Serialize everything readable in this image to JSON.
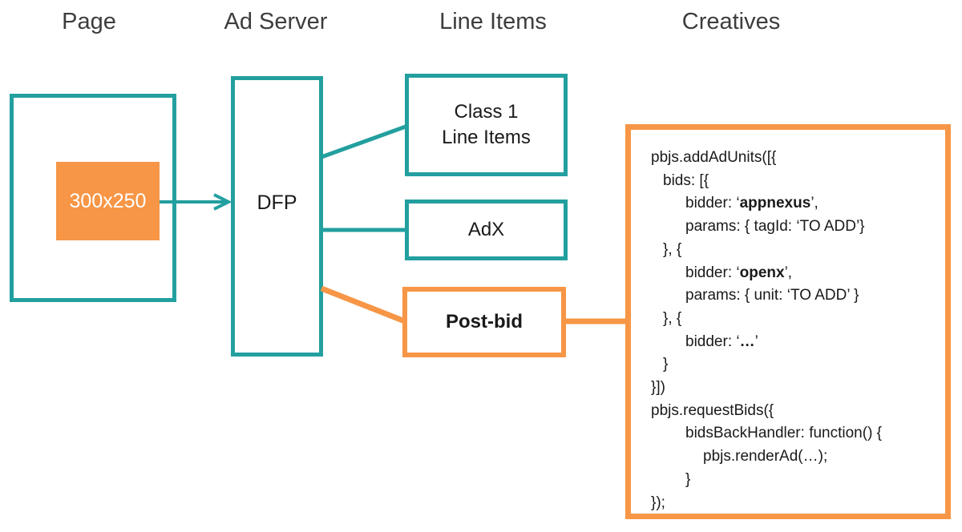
{
  "colors": {
    "teal": "#239f9f",
    "orange": "#f79646",
    "heading_text": "#3d3d3d",
    "body_text": "#1a1a1a",
    "slot_text": "#ffffff"
  },
  "headings": [
    {
      "label": "Page"
    },
    {
      "label": "Ad Server"
    },
    {
      "label": "Line Items"
    },
    {
      "label": "Creatives"
    }
  ],
  "page": {
    "ad_slot_label": "300x250"
  },
  "ad_server": {
    "label": "DFP"
  },
  "line_items": {
    "class1_line1": "Class 1",
    "class1_line2": "Line Items",
    "adx_label": "AdX",
    "postbid_label": "Post-bid"
  },
  "creatives": {
    "code_lines": [
      {
        "indent": 0,
        "segments": [
          {
            "text": "pbjs.addAdUnits([{"
          }
        ]
      },
      {
        "indent": 1,
        "segments": [
          {
            "text": "bids: [{"
          }
        ]
      },
      {
        "indent": 2,
        "segments": [
          {
            "text": "bidder: ‘"
          },
          {
            "text": "appnexus",
            "bold": true
          },
          {
            "text": "’,"
          }
        ]
      },
      {
        "indent": 2,
        "segments": [
          {
            "text": "params: { tagId: ‘TO ADD’}"
          }
        ]
      },
      {
        "indent": 1,
        "segments": [
          {
            "text": "}, {"
          }
        ]
      },
      {
        "indent": 2,
        "segments": [
          {
            "text": "bidder: ‘"
          },
          {
            "text": "openx",
            "bold": true
          },
          {
            "text": "’,"
          }
        ]
      },
      {
        "indent": 2,
        "segments": [
          {
            "text": "params: { unit: ‘TO ADD’ }"
          }
        ]
      },
      {
        "indent": 1,
        "segments": [
          {
            "text": "}, {"
          }
        ]
      },
      {
        "indent": 2,
        "segments": [
          {
            "text": "bidder: ‘"
          },
          {
            "text": "…",
            "bold": true
          },
          {
            "text": "’"
          }
        ]
      },
      {
        "indent": 1,
        "segments": [
          {
            "text": "}"
          }
        ]
      },
      {
        "indent": 0,
        "segments": [
          {
            "text": "}])"
          }
        ]
      },
      {
        "indent": 0,
        "segments": [
          {
            "text": "pbjs.requestBids({"
          }
        ]
      },
      {
        "indent": 2,
        "segments": [
          {
            "text": "bidsBackHandler: function() {"
          }
        ]
      },
      {
        "indent": 3,
        "segments": [
          {
            "text": "pbjs.renderAd(…);"
          }
        ]
      },
      {
        "indent": 2,
        "segments": [
          {
            "text": "}"
          }
        ]
      },
      {
        "indent": 0,
        "segments": [
          {
            "text": "});"
          }
        ]
      }
    ]
  }
}
